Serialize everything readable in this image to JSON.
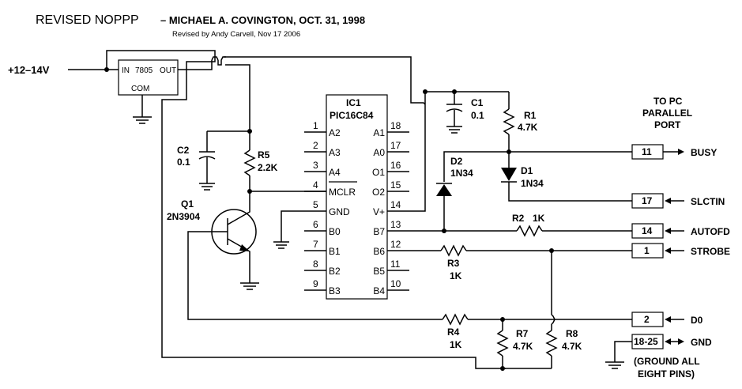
{
  "header": {
    "title": "REVISED NOPPP",
    "byline": "– MICHAEL A. COVINGTON, OCT. 31, 1998",
    "revision": "Revised by Andy Carvell, Nov 17 2006"
  },
  "power": {
    "input_label": "+12–14V",
    "regulator": {
      "name": "7805",
      "in": "IN",
      "out": "OUT",
      "com": "COM"
    }
  },
  "ic": {
    "ref": "IC1",
    "part": "PIC16C84",
    "left_pins": [
      {
        "num": "1",
        "name": "A2"
      },
      {
        "num": "2",
        "name": "A3"
      },
      {
        "num": "3",
        "name": "A4"
      },
      {
        "num": "4",
        "name": "MCLR"
      },
      {
        "num": "5",
        "name": "GND"
      },
      {
        "num": "6",
        "name": "B0"
      },
      {
        "num": "7",
        "name": "B1"
      },
      {
        "num": "8",
        "name": "B2"
      },
      {
        "num": "9",
        "name": "B3"
      }
    ],
    "right_pins": [
      {
        "num": "18",
        "name": "A1"
      },
      {
        "num": "17",
        "name": "A0"
      },
      {
        "num": "16",
        "name": "O1"
      },
      {
        "num": "15",
        "name": "O2"
      },
      {
        "num": "14",
        "name": "V+"
      },
      {
        "num": "13",
        "name": "B7"
      },
      {
        "num": "12",
        "name": "B6"
      },
      {
        "num": "11",
        "name": "B5"
      },
      {
        "num": "10",
        "name": "B4"
      }
    ]
  },
  "components": {
    "c1": {
      "ref": "C1",
      "value": "0.1"
    },
    "c2": {
      "ref": "C2",
      "value": "0.1"
    },
    "r1": {
      "ref": "R1",
      "value": "4.7K"
    },
    "r2": {
      "ref": "R2",
      "value": "1K"
    },
    "r3": {
      "ref": "R3",
      "value": "1K"
    },
    "r4": {
      "ref": "R4",
      "value": "1K"
    },
    "r5": {
      "ref": "R5",
      "value": "2.2K"
    },
    "r7": {
      "ref": "R7",
      "value": "4.7K"
    },
    "r8": {
      "ref": "R8",
      "value": "4.7K"
    },
    "d1": {
      "ref": "D1",
      "value": "1N34"
    },
    "d2": {
      "ref": "D2",
      "value": "1N34"
    },
    "q1": {
      "ref": "Q1",
      "value": "2N3904"
    }
  },
  "pc_port": {
    "heading": [
      "TO PC",
      "PARALLEL",
      "PORT"
    ],
    "pins": [
      {
        "num": "11",
        "signal": "BUSY"
      },
      {
        "num": "17",
        "signal": "SLCTIN"
      },
      {
        "num": "14",
        "signal": "AUTOFD"
      },
      {
        "num": "1",
        "signal": "STROBE"
      },
      {
        "num": "2",
        "signal": "D0"
      },
      {
        "num": "18-25",
        "signal": "GND"
      }
    ],
    "note": [
      "(GROUND ALL",
      "EIGHT PINS)"
    ]
  }
}
